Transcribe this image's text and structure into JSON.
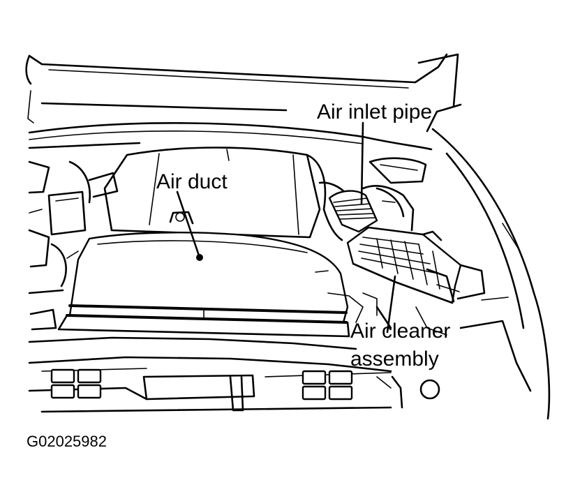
{
  "labels": {
    "air_inlet_pipe": "Air inlet pipe",
    "air_duct": "Air duct",
    "air_cleaner_line1": "Air cleaner",
    "air_cleaner_line2": "assembly"
  },
  "figure_id": "G02025982"
}
